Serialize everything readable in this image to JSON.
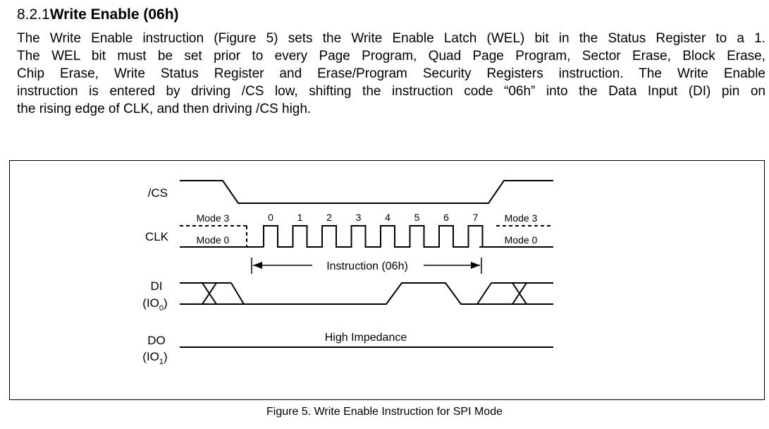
{
  "section": {
    "number": "8.2.1",
    "title": "Write Enable (06h)"
  },
  "paragraph": {
    "lines": [
      "The Write Enable instruction (Figure 5) sets the Write Enable Latch (WEL) bit in the Status Register to a 1.",
      "The WEL bit must be set prior to every Page Program, Quad Page Program, Sector Erase, Block Erase,",
      "Chip Erase, Write Status Register and Erase/Program Security Registers instruction. The Write Enable",
      "instruction is entered by driving /CS low, shifting the instruction code “06h” into the Data Input (DI) pin on",
      "the rising edge of CLK, and then driving /CS high."
    ]
  },
  "diagram": {
    "signals": {
      "cs": "/CS",
      "clk": "CLK",
      "di": "DI",
      "di_sub": "(IO",
      "di_sub_index": "0",
      "di_sub_close": ")",
      "do": "DO",
      "do_sub": "(IO",
      "do_sub_index": "1",
      "do_sub_close": ")"
    },
    "clk_modes": {
      "left_top": "Mode 3",
      "left_bottom": "Mode 0",
      "right_top": "Mode 3",
      "right_bottom": "Mode 0"
    },
    "clock_numbers": [
      "0",
      "1",
      "2",
      "3",
      "4",
      "5",
      "6",
      "7"
    ],
    "instruction_label": "Instruction (06h)",
    "do_label": "High Impedance",
    "instruction_code_bits": [
      0,
      0,
      0,
      0,
      0,
      1,
      1,
      0
    ]
  },
  "figure": {
    "caption": "Figure 5. Write Enable Instruction for SPI Mode"
  }
}
